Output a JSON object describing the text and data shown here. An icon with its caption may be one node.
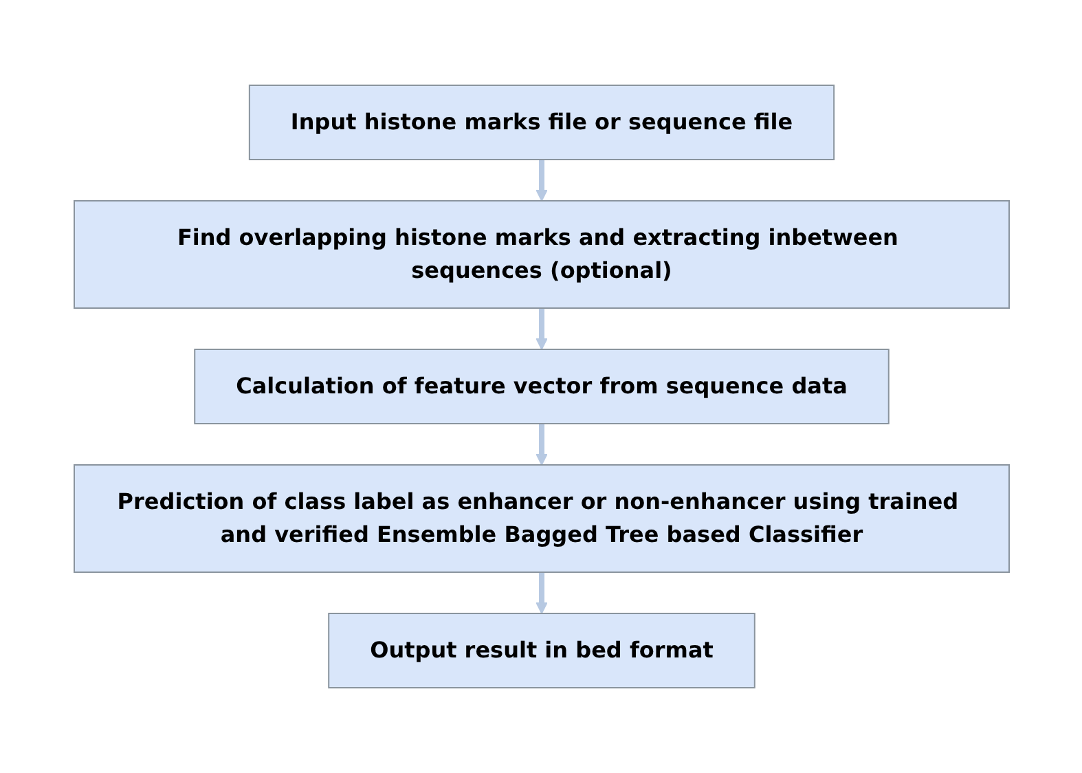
{
  "diagram": {
    "nodes": [
      {
        "text": [
          "Input histone marks file or sequence file"
        ]
      },
      {
        "text": [
          "Find overlapping histone marks and extracting inbetween sequences (optional)"
        ]
      },
      {
        "text": [
          "Calculation of feature vector from sequence data"
        ]
      },
      {
        "text": [
          "Prediction of class label as enhancer or non-enhancer using trained and verified Ensemble Bagged Tree based Classifier"
        ]
      },
      {
        "text": [
          "Output result in bed format"
        ]
      }
    ],
    "edges": [
      {
        "from": 0,
        "to": 1,
        "arrow": "to"
      },
      {
        "from": 1,
        "to": 2,
        "arrow": "to"
      },
      {
        "from": 2,
        "to": 3,
        "arrow": "to"
      },
      {
        "from": 3,
        "to": 4,
        "arrow": "to"
      }
    ]
  }
}
